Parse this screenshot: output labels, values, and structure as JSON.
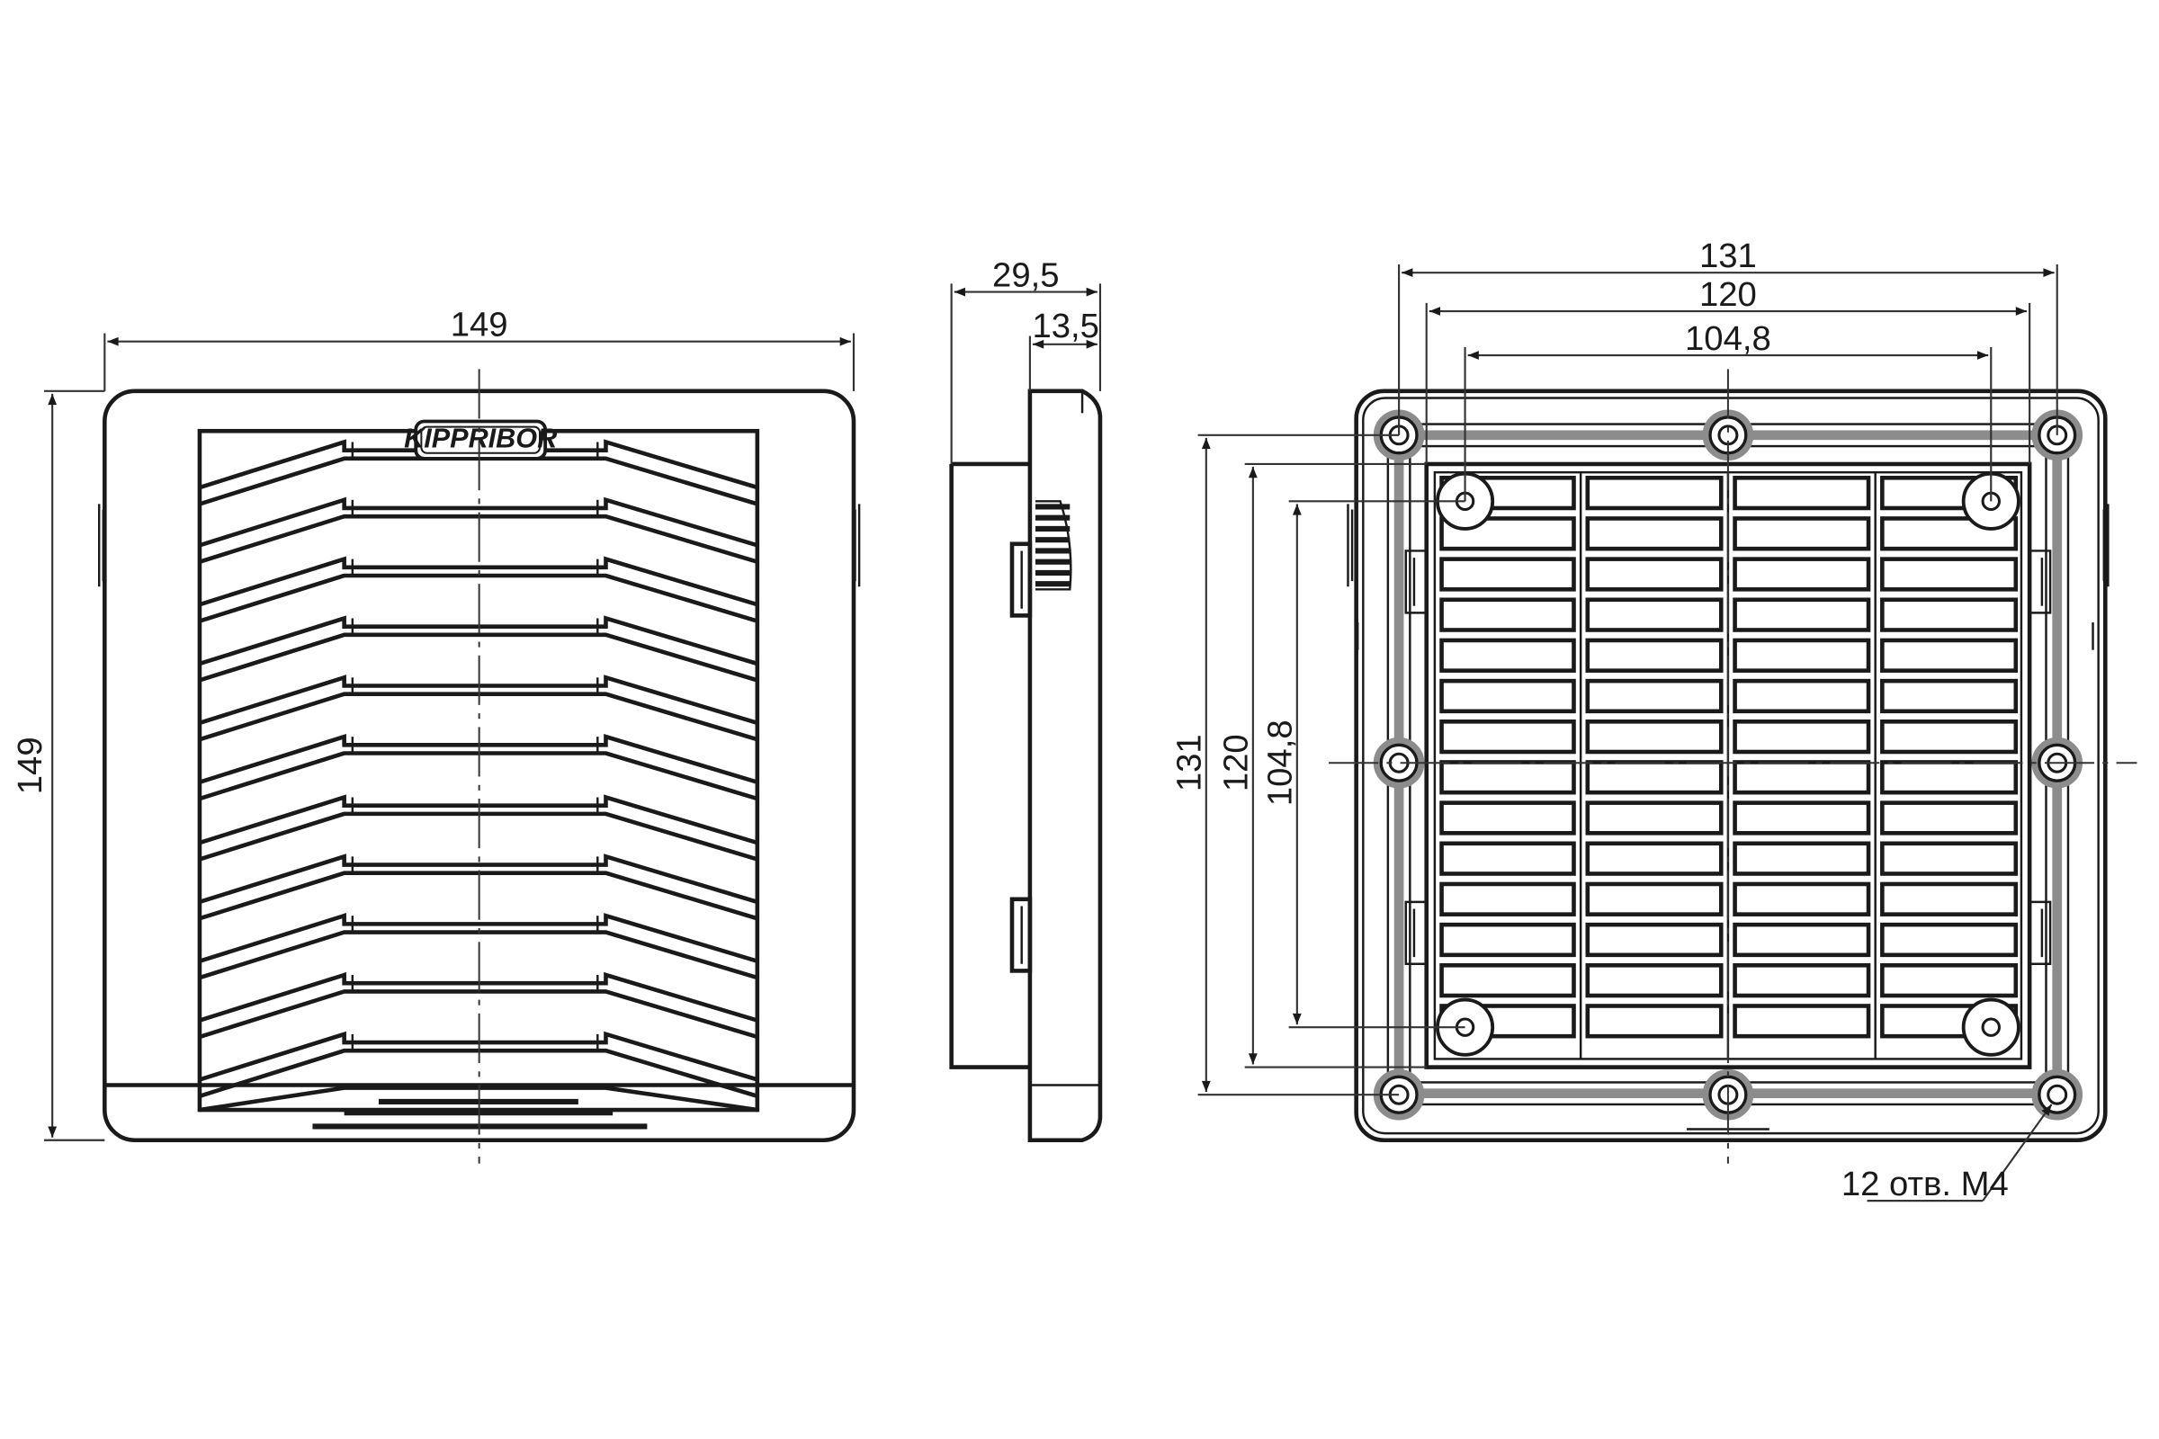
{
  "brand_logo": "KIPPRIBOR",
  "front_view": {
    "width_label": "149",
    "height_label": "149"
  },
  "side_view": {
    "depth_label": "29,5",
    "inner_depth_label": "13,5"
  },
  "rear_view": {
    "outer_width_label": "131",
    "mid_width_label": "120",
    "inner_width_label": "104,8",
    "outer_height_label": "131",
    "mid_height_label": "120",
    "inner_height_label": "104,8",
    "holes_note": "12 отв. М4"
  }
}
